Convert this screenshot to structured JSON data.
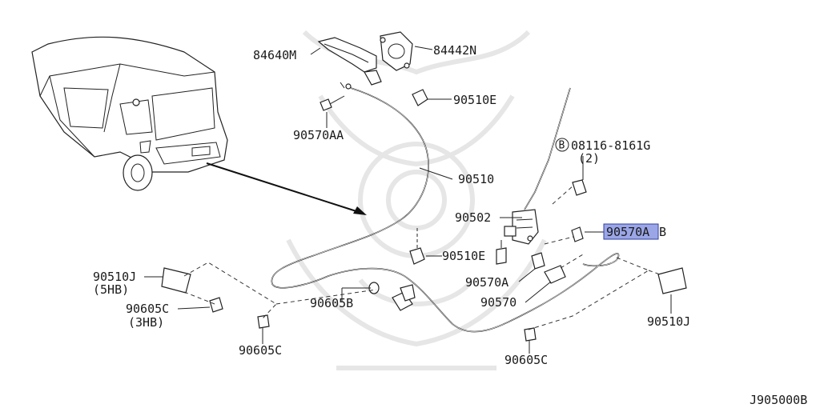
{
  "diagram": {
    "figure_code": "J905000B",
    "parts": {
      "p84640M": "84640M",
      "p84442N": "84442N",
      "p90510E_top": "90510E",
      "p90570AA": "90570AA",
      "p08116": "08116-8161G",
      "p08116_qty": "(2)",
      "p08116_badge": "B",
      "p90510": "90510",
      "p90502": "90502",
      "p90570AB": "90570A",
      "p90570AB_suffix": "B",
      "p90510E_mid": "90510E",
      "p90510J_left": "90510J",
      "p90510J_left_note": "(5HB)",
      "p90605C_left": "90605C",
      "p90605C_left_note": "(3HB)",
      "p90605B": "90605B",
      "p90570A": "90570A",
      "p90570": "90570",
      "p90605C_bottom": "90605C",
      "p90605C_bottom_right": "90605C",
      "p90510J_right": "90510J"
    },
    "highlight_color": "#9aa6e6"
  }
}
